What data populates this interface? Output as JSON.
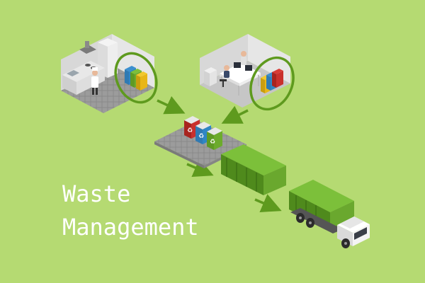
{
  "title_lines": [
    "Waste",
    "Management"
  ],
  "colors": {
    "background": "#b5da72",
    "arrow": "#5e9a1e",
    "highlight_ring": "#5e9a1e",
    "bin_red": "#c9302c",
    "bin_blue": "#2f86c4",
    "bin_green": "#6cab2c",
    "bin_yellow": "#e8b617",
    "container": "#6aa82e",
    "truck_cab": "#f4f4f4"
  },
  "icons": [
    "recycle-icon"
  ],
  "scenes": [
    "kitchen",
    "office",
    "sorting-bins",
    "waste-container",
    "garbage-truck"
  ]
}
